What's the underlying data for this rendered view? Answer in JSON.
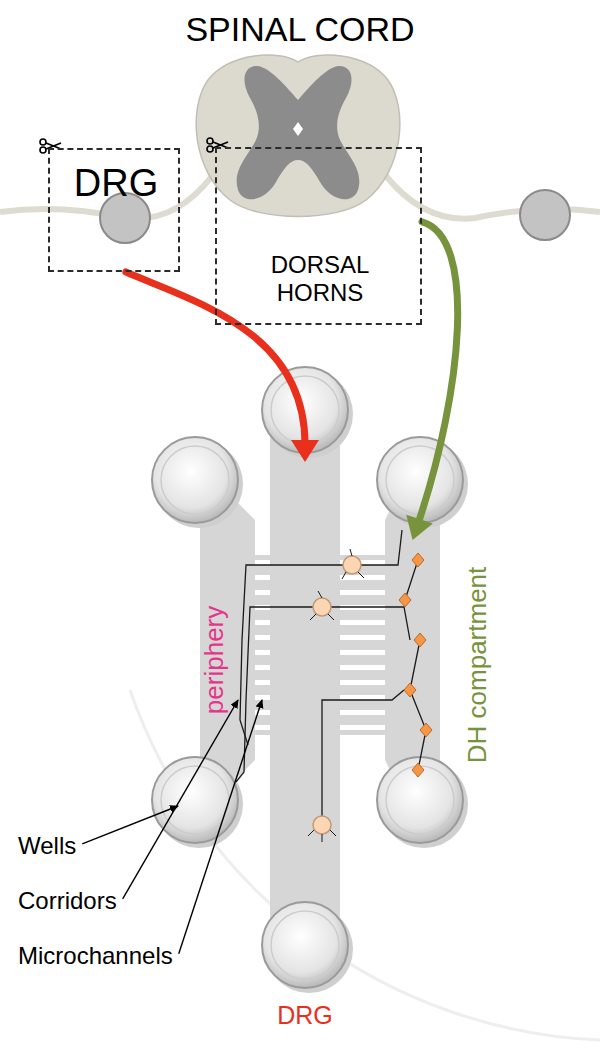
{
  "diagram": {
    "nodes": [
      {
        "text": [
          "SPINAL CORD"
        ]
      },
      {
        "text": [
          "DRG"
        ]
      },
      {
        "text": [
          "DORSAL HORNS"
        ]
      },
      {
        "text": [
          "periphery"
        ]
      },
      {
        "text": [
          "DRG"
        ]
      },
      {
        "text": [
          "DH compartment"
        ]
      }
    ],
    "edges": [
      {
        "from": 1,
        "to": 4,
        "arrow": "to"
      },
      {
        "from": 2,
        "to": 5,
        "arrow": "to"
      }
    ],
    "labels": [
      "Wells",
      "Corridors",
      "Microchannels"
    ]
  }
}
